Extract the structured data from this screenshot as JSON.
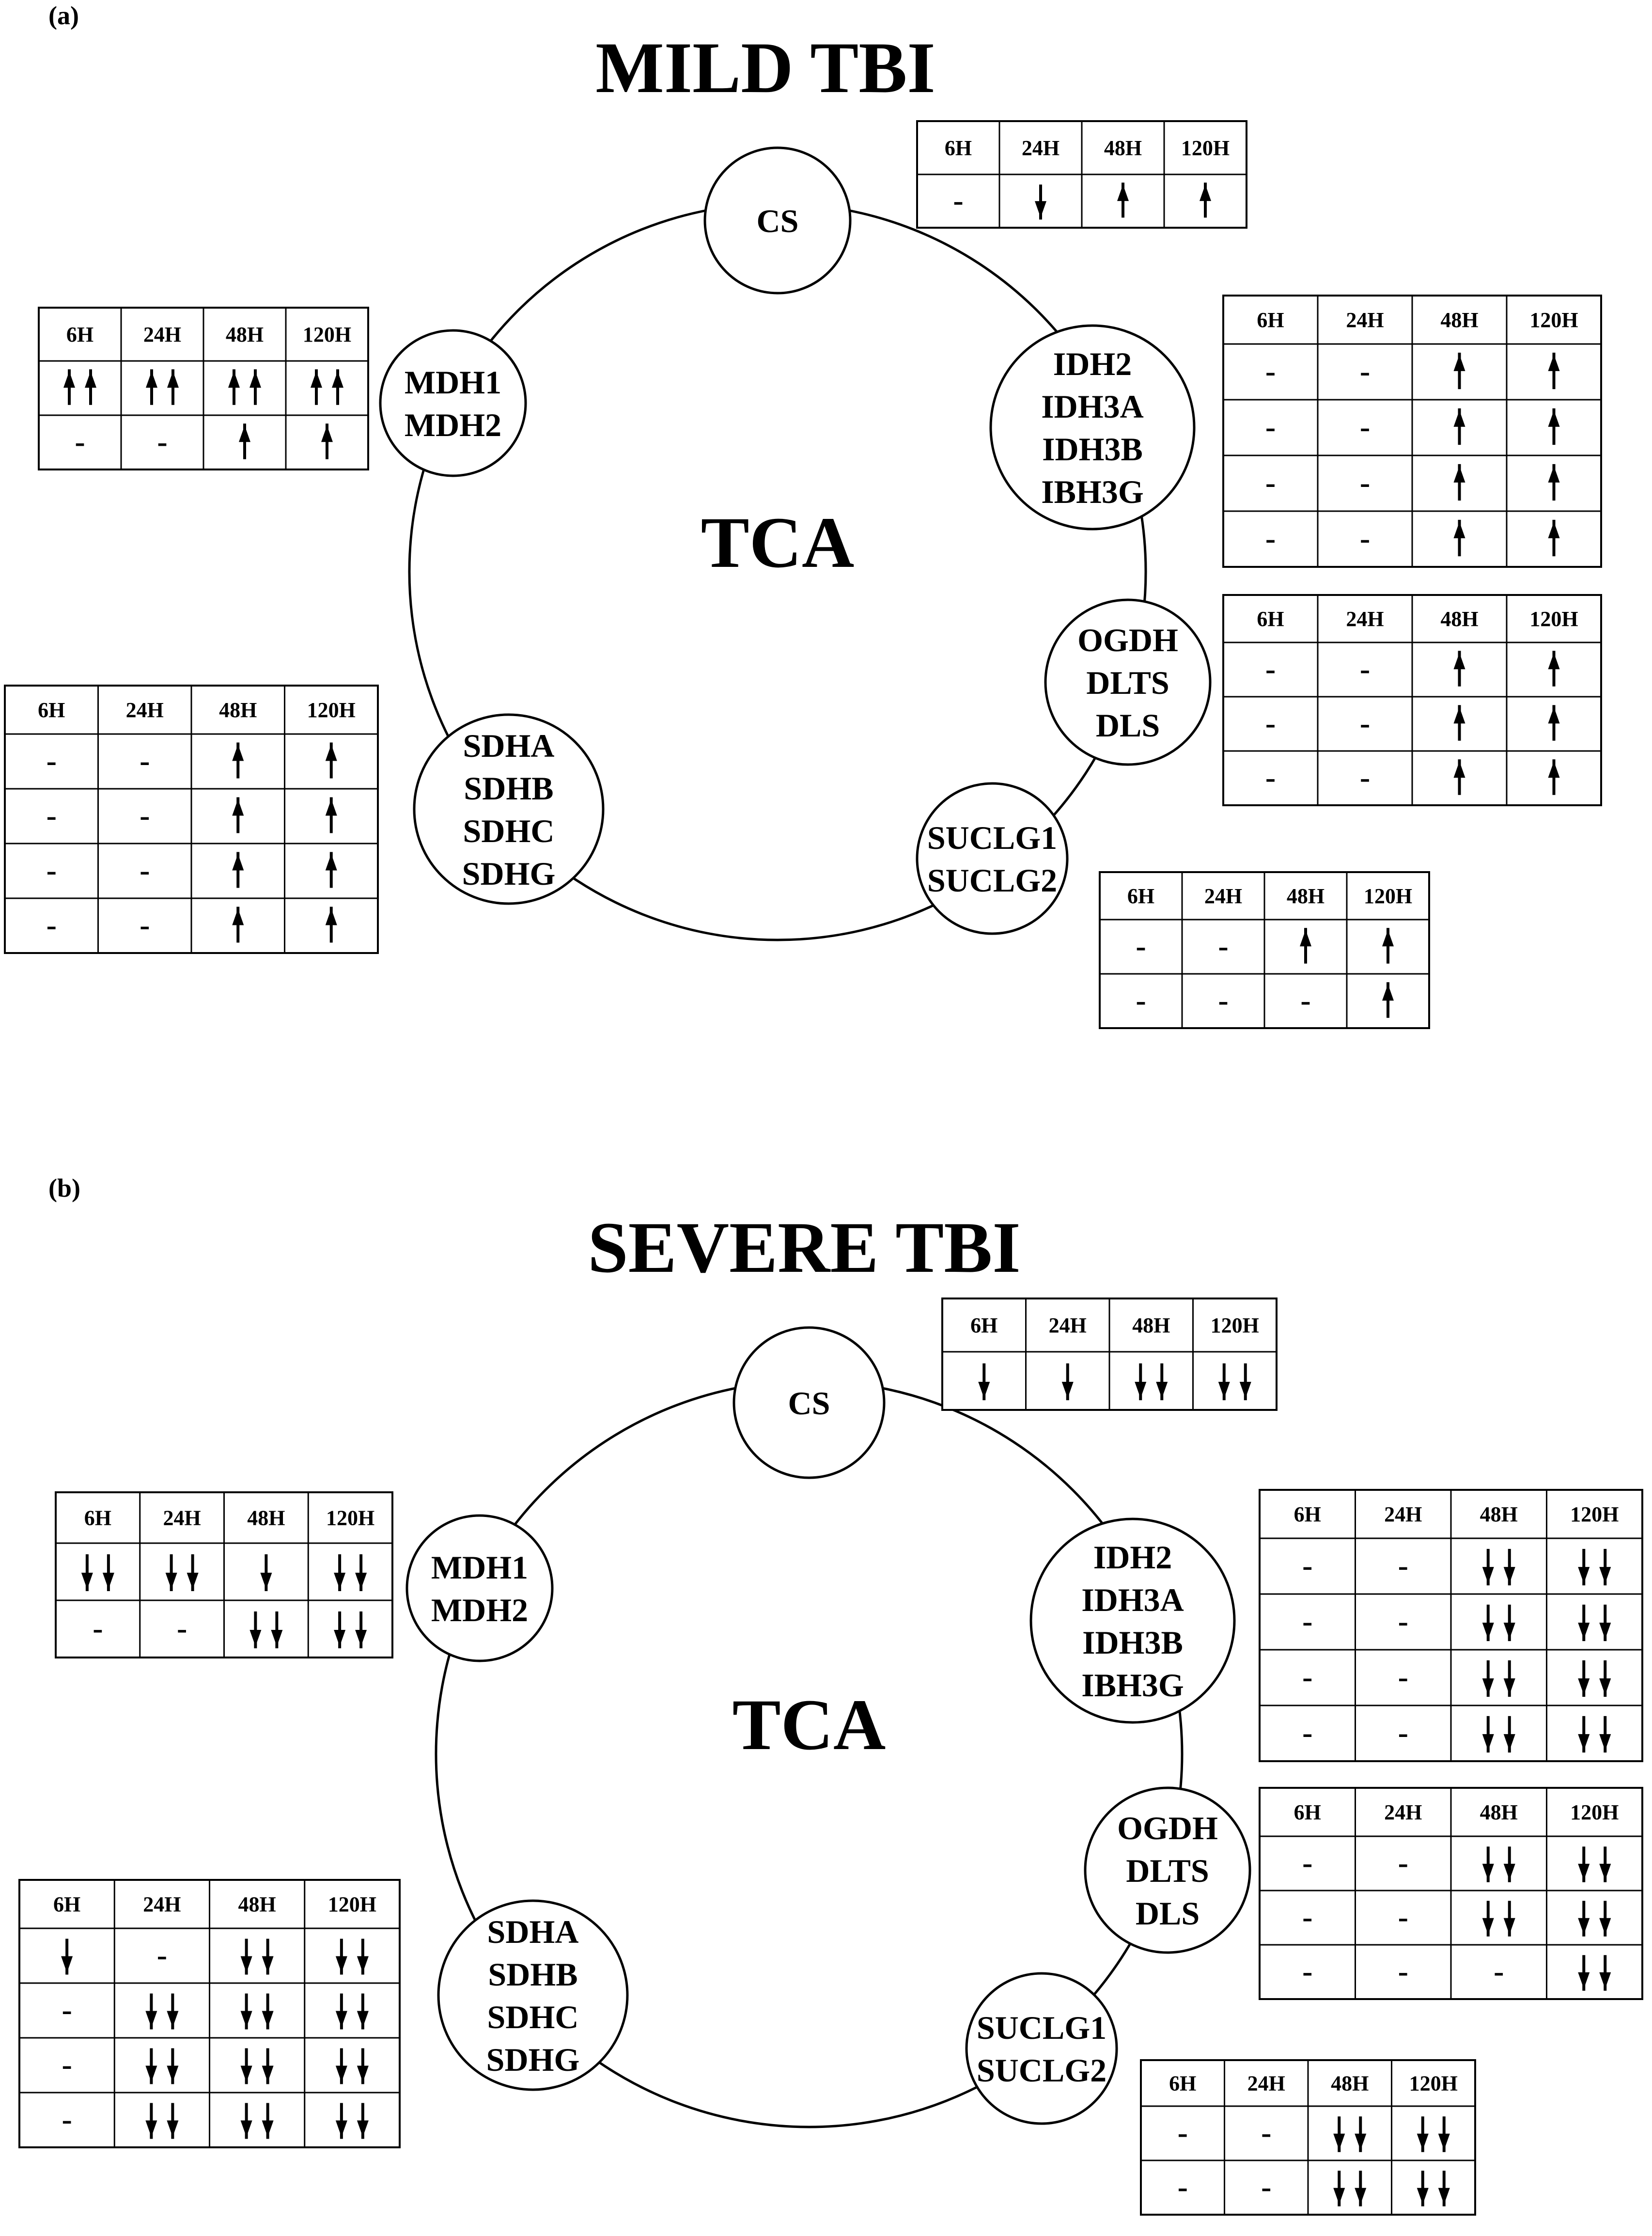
{
  "panels": [
    {
      "label": "(a)",
      "title": "MILD TBI",
      "center": "TCA",
      "enzymes": [
        {
          "id": "cs",
          "genes": [
            "CS"
          ],
          "headers": [
            "6H",
            "24H",
            "48H",
            "120H"
          ],
          "rows": [
            [
              "-",
              "down",
              "up",
              "up"
            ]
          ]
        },
        {
          "id": "idh",
          "genes": [
            "IDH2",
            "IDH3A",
            "IDH3B",
            "IBH3G"
          ],
          "headers": [
            "6H",
            "24H",
            "48H",
            "120H"
          ],
          "rows": [
            [
              "-",
              "-",
              "up",
              "up"
            ],
            [
              "-",
              "-",
              "up",
              "up"
            ],
            [
              "-",
              "-",
              "up",
              "up"
            ],
            [
              "-",
              "-",
              "up",
              "up"
            ]
          ]
        },
        {
          "id": "ogdh",
          "genes": [
            "OGDH",
            "DLTS",
            "DLS"
          ],
          "headers": [
            "6H",
            "24H",
            "48H",
            "120H"
          ],
          "rows": [
            [
              "-",
              "-",
              "up",
              "up"
            ],
            [
              "-",
              "-",
              "up",
              "up"
            ],
            [
              "-",
              "-",
              "up",
              "up"
            ]
          ]
        },
        {
          "id": "suclg",
          "genes": [
            "SUCLG1",
            "SUCLG2"
          ],
          "headers": [
            "6H",
            "24H",
            "48H",
            "120H"
          ],
          "rows": [
            [
              "-",
              "-",
              "up",
              "up"
            ],
            [
              "-",
              "-",
              "-",
              "up"
            ]
          ]
        },
        {
          "id": "sdh",
          "genes": [
            "SDHA",
            "SDHB",
            "SDHC",
            "SDHG"
          ],
          "headers": [
            "6H",
            "24H",
            "48H",
            "120H"
          ],
          "rows": [
            [
              "-",
              "-",
              "up",
              "up"
            ],
            [
              "-",
              "-",
              "up",
              "up"
            ],
            [
              "-",
              "-",
              "up",
              "up"
            ],
            [
              "-",
              "-",
              "up",
              "up"
            ]
          ]
        },
        {
          "id": "mdh",
          "genes": [
            "MDH1",
            "MDH2"
          ],
          "headers": [
            "6H",
            "24H",
            "48H",
            "120H"
          ],
          "rows": [
            [
              "upup",
              "upup",
              "upup",
              "upup"
            ],
            [
              "-",
              "-",
              "up",
              "up"
            ]
          ]
        }
      ]
    },
    {
      "label": "(b)",
      "title": "SEVERE TBI",
      "center": "TCA",
      "enzymes": [
        {
          "id": "cs",
          "genes": [
            "CS"
          ],
          "headers": [
            "6H",
            "24H",
            "48H",
            "120H"
          ],
          "rows": [
            [
              "down",
              "down",
              "downdown",
              "downdown"
            ]
          ]
        },
        {
          "id": "idh",
          "genes": [
            "IDH2",
            "IDH3A",
            "IDH3B",
            "IBH3G"
          ],
          "headers": [
            "6H",
            "24H",
            "48H",
            "120H"
          ],
          "rows": [
            [
              "-",
              "-",
              "downdown",
              "downdown"
            ],
            [
              "-",
              "-",
              "downdown",
              "downdown"
            ],
            [
              "-",
              "-",
              "downdown",
              "downdown"
            ],
            [
              "-",
              "-",
              "downdown",
              "downdown"
            ]
          ]
        },
        {
          "id": "ogdh",
          "genes": [
            "OGDH",
            "DLTS",
            "DLS"
          ],
          "headers": [
            "6H",
            "24H",
            "48H",
            "120H"
          ],
          "rows": [
            [
              "-",
              "-",
              "downdown",
              "downdown"
            ],
            [
              "-",
              "-",
              "downdown",
              "downdown"
            ],
            [
              "-",
              "-",
              "-",
              "downdown"
            ]
          ]
        },
        {
          "id": "suclg",
          "genes": [
            "SUCLG1",
            "SUCLG2"
          ],
          "headers": [
            "6H",
            "24H",
            "48H",
            "120H"
          ],
          "rows": [
            [
              "-",
              "-",
              "downdown",
              "downdown"
            ],
            [
              "-",
              "-",
              "downdown",
              "downdown"
            ]
          ]
        },
        {
          "id": "sdh",
          "genes": [
            "SDHA",
            "SDHB",
            "SDHC",
            "SDHG"
          ],
          "headers": [
            "6H",
            "24H",
            "48H",
            "120H"
          ],
          "rows": [
            [
              "down",
              "-",
              "downdown",
              "downdown"
            ],
            [
              "-",
              "downdown",
              "downdown",
              "downdown"
            ],
            [
              "-",
              "downdown",
              "downdown",
              "downdown"
            ],
            [
              "-",
              "downdown",
              "downdown",
              "downdown"
            ]
          ]
        },
        {
          "id": "mdh",
          "genes": [
            "MDH1",
            "MDH2"
          ],
          "headers": [
            "6H",
            "24H",
            "48H",
            "120H"
          ],
          "rows": [
            [
              "downdown",
              "downdown",
              "down",
              "downdown"
            ],
            [
              "-",
              "-",
              "downdown",
              "downdown"
            ]
          ]
        }
      ]
    }
  ]
}
